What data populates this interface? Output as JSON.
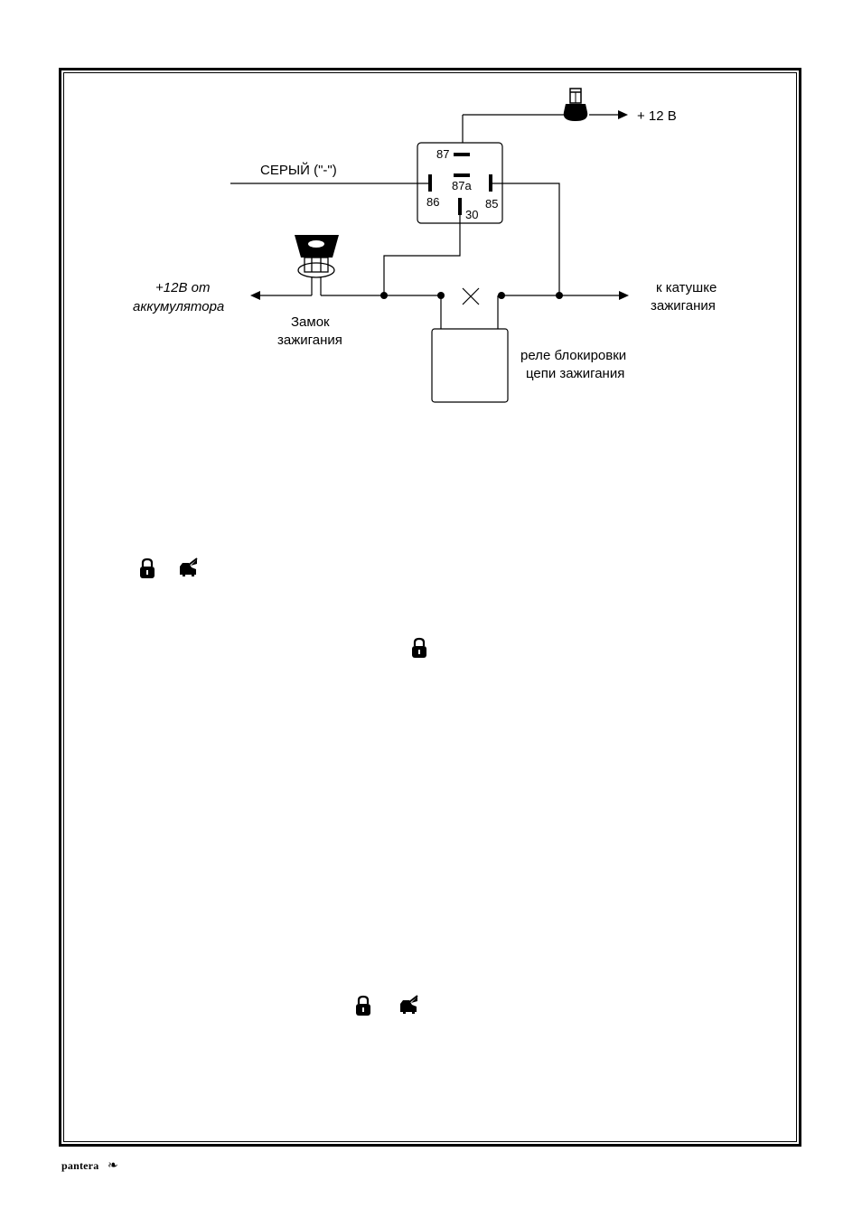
{
  "relay": {
    "pin_87": "87",
    "pin_87a": "87a",
    "pin_86": "86",
    "pin_85": "85",
    "pin_30": "30"
  },
  "labels": {
    "plus_12v": "+ 12 В",
    "grey_wire": "СЕРЫЙ (\"-\")",
    "battery_line1": "+12В от",
    "battery_line2": "аккумулятора",
    "ignition_switch_line1": "Замок",
    "ignition_switch_line2": "зажигания",
    "coil_line1": "к катушке",
    "coil_line2": "зажигания",
    "block_relay_line1": "реле блокировки",
    "block_relay_line2": "цепи зажигания"
  },
  "icons": {
    "lock": "lock-icon",
    "car_trunk": "car-trunk-icon"
  },
  "footer": {
    "brand": "pantera"
  }
}
